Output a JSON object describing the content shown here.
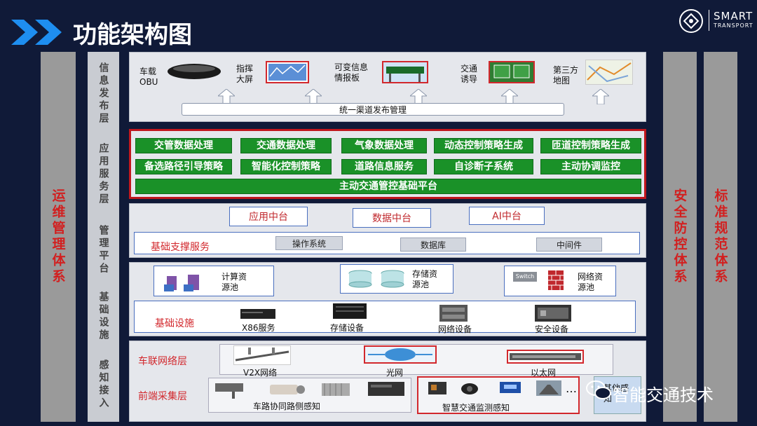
{
  "header": {
    "title": "功能架构图",
    "logo_line1": "SMART",
    "logo_line2": "TRANSPORT"
  },
  "left_side": "运维管理体系",
  "right_side_1": "安全防控体系",
  "right_side_2": "标准规范体系",
  "layer_labels": [
    "信息发布层",
    "应用服务层",
    "管理平台",
    "基础设施",
    "感知接入"
  ],
  "publish": {
    "items": [
      {
        "label": "车载OBU"
      },
      {
        "label": "指挥大屏"
      },
      {
        "label": "可变信息情报板"
      },
      {
        "label": "交通诱导"
      },
      {
        "label": "第三方地图"
      }
    ],
    "bar": "统一渠道发布管理"
  },
  "app": {
    "row1": [
      "交管数据处理",
      "交通数据处理",
      "气象数据处理",
      "动态控制策略生成",
      "匝道控制策略生成"
    ],
    "row2": [
      "备选路径引导策略",
      "智能化控制策略",
      "道路信息服务",
      "自诊断子系统",
      "主动协调监控"
    ],
    "platform": "主动交通管控基础平台"
  },
  "mgmt": {
    "centers": [
      "应用中台",
      "数据中台",
      "AI中台"
    ],
    "support_label": "基础支撑服务",
    "support_items": [
      "操作系统",
      "数据库",
      "中间件"
    ]
  },
  "infra": {
    "pools": [
      "计算资源池",
      "存储资源池",
      "网络资源池"
    ],
    "label": "基础设施",
    "devices": [
      "X86服务",
      "存储设备",
      "网络设备",
      "安全设备"
    ],
    "switch_label": "Switch"
  },
  "perception": {
    "net_label": "车联网络层",
    "nets": [
      "V2X网络",
      "光网",
      "以太网"
    ],
    "front_label": "前端采集层",
    "roadside": "车路协同路侧感知",
    "monitor": "智慧交通监测感知",
    "ellipsis": "…",
    "overlay_box": "其他感知"
  },
  "watermark": "智能交通技术",
  "colors": {
    "accent_green": "#1a9128",
    "accent_red": "#d2282d",
    "bg": "#101a38",
    "arrow_blue": "#1e8ef0"
  }
}
